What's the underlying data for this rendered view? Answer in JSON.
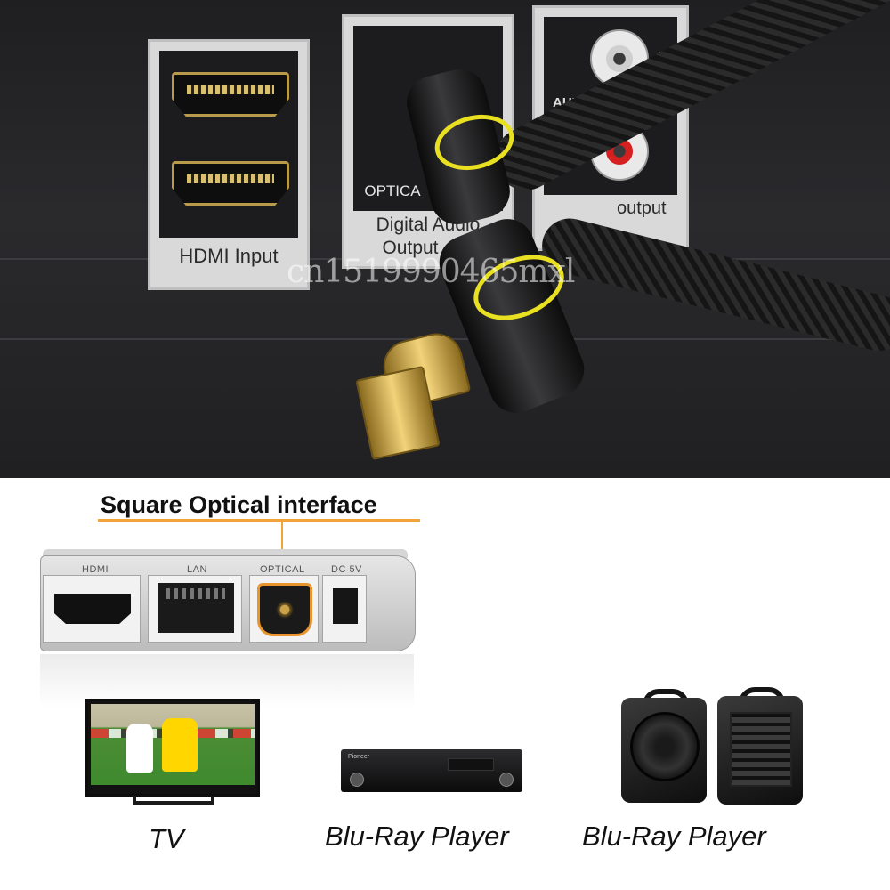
{
  "photo": {
    "hdmi_panel_label": "HDMI Input",
    "optical_panel_label_1": "OPTICA",
    "optical_panel_label_2": "Digital Audio",
    "optical_panel_label_3": "Output",
    "audio_panel_audio": "AUDIO",
    "audio_panel_l": "L",
    "audio_panel_output": "output",
    "watermark": "cn1519990465mxl"
  },
  "callout": {
    "title": "Square Optical interface"
  },
  "device": {
    "ports": [
      "HDMI",
      "LAN",
      "OPTICAL",
      "DC 5V"
    ]
  },
  "bluray_brand": "Pioneer",
  "captions": {
    "tv": "TV",
    "bluray": "Blu-Ray Player",
    "speaker": "Blu-Ray Player"
  },
  "colors": {
    "accent_orange": "#f2a33a",
    "ring_yellow": "#e8e020",
    "gold": "#d9b25a"
  }
}
